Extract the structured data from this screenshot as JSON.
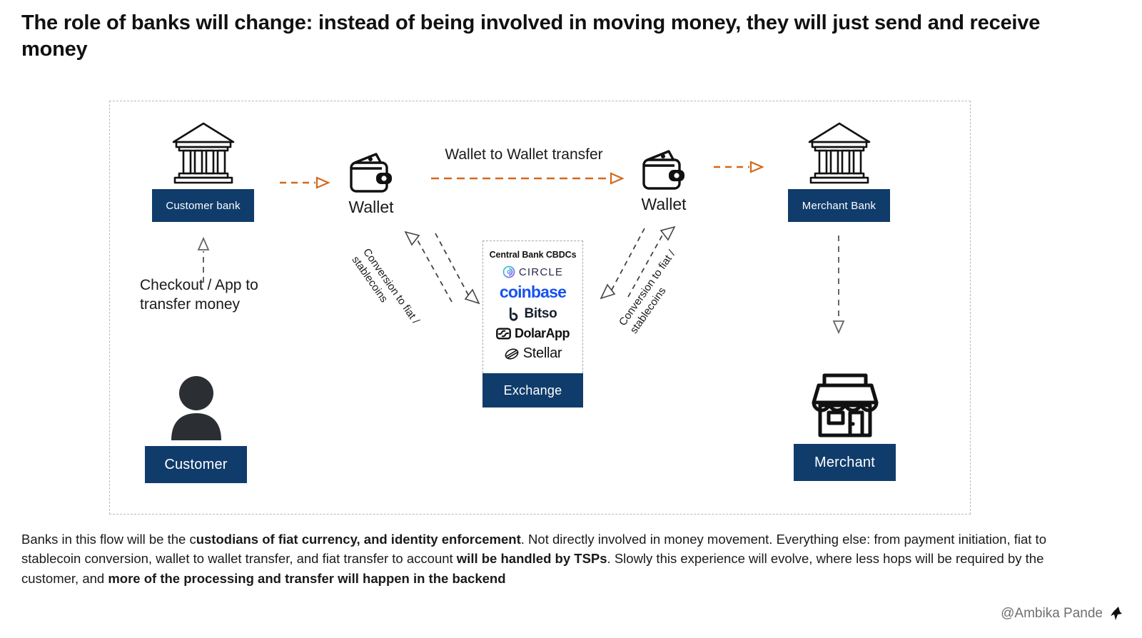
{
  "title": "The role of banks will change: instead of being involved in moving money, they will just send and receive money",
  "diagram": {
    "customer_bank": {
      "label": "Customer bank",
      "icon": "bank-icon"
    },
    "merchant_bank": {
      "label": "Merchant Bank",
      "icon": "bank-icon"
    },
    "customer": {
      "label": "Customer",
      "icon": "person-icon"
    },
    "merchant": {
      "label": "Merchant",
      "icon": "storefront-icon"
    },
    "wallet_left": {
      "label": "Wallet",
      "icon": "wallet-icon"
    },
    "wallet_right": {
      "label": "Wallet",
      "icon": "wallet-icon"
    },
    "wallet_transfer_label": "Wallet to Wallet transfer",
    "checkout_label": "Checkout / App to transfer money",
    "conversion_label": "Conversion to fiat /\nstablecoins",
    "exchange": {
      "heading": "Central Bank CBDCs",
      "label": "Exchange",
      "providers": [
        {
          "name": "CIRCLE",
          "icon": "circle-logo-icon"
        },
        {
          "name": "coinbase",
          "icon": "coinbase-logo-icon"
        },
        {
          "name": "Bitso",
          "icon": "bitso-logo-icon"
        },
        {
          "name": "DolarApp",
          "icon": "dolarapp-logo-icon"
        },
        {
          "name": "Stellar",
          "icon": "stellar-logo-icon"
        }
      ]
    }
  },
  "caption": {
    "part1": "Banks in this flow will be the c",
    "bold1": "ustodians of fiat currency, and identity enforcement",
    "part2": ". Not directly involved in money movement. Everything else: from payment initiation, fiat to stablecoin conversion, wallet to wallet transfer, and fiat transfer to account ",
    "bold2": "will be handled by TSPs",
    "part3": ". Slowly this experience will evolve, where less hops will be required by the customer, and ",
    "bold3": "more of the processing and transfer will happen in the backend"
  },
  "footer": {
    "handle": "@Ambika Pande",
    "icon": "bird-logo-icon"
  },
  "colors": {
    "navy": "#103C6B",
    "orange": "#D2691E",
    "coinbase_blue": "#1652F0",
    "dashed_gray": "#b9b9b9"
  }
}
